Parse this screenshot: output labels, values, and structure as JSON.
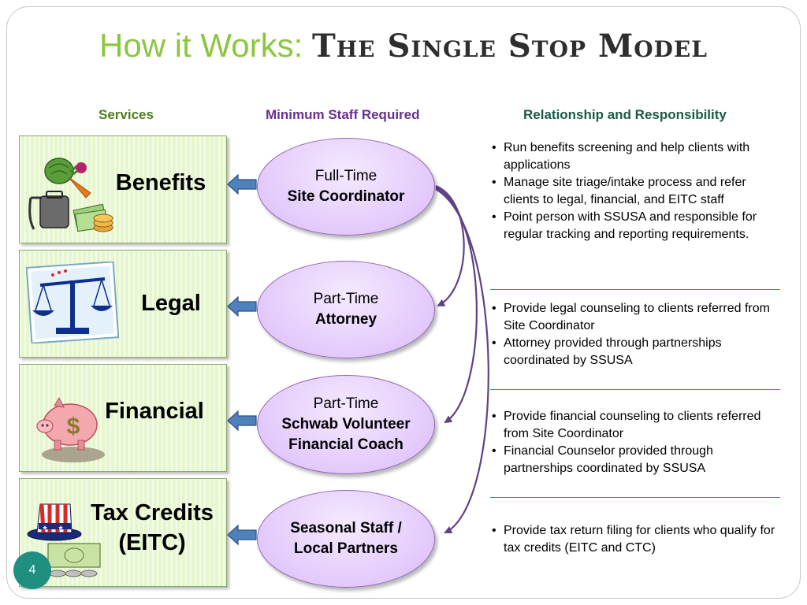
{
  "slide": {
    "title_part1": "How it Works: ",
    "title_part2": "The Single Stop Model",
    "page_number": "4"
  },
  "headers": {
    "services": "Services",
    "staff": "Minimum Staff Required",
    "responsibility": "Relationship and Responsibility"
  },
  "colors": {
    "services_header": "#4e7d1e",
    "staff_header": "#6a2f8c",
    "responsibility_header": "#1d5a48",
    "title_green": "#8cc63f",
    "oval_fill": "#e3c9fb",
    "arrow_blue": "#4f81bd",
    "connector_purple": "#5e4287"
  },
  "services": [
    {
      "label": "Benefits",
      "icon": "vegetables-money-bag-icon"
    },
    {
      "label": "Legal",
      "icon": "scales-of-justice-icon"
    },
    {
      "label": "Financial",
      "icon": "piggy-bank-icon"
    },
    {
      "label_line1": "Tax Credits",
      "label_line2": "(EITC)",
      "icon": "uncle-sam-hat-money-icon"
    }
  ],
  "staff": [
    {
      "line1": "Full-Time",
      "line2": "Site Coordinator"
    },
    {
      "line1": "Part-Time",
      "line2": "Attorney"
    },
    {
      "line1": "Part-Time",
      "line2": "Schwab Volunteer",
      "line3": "Financial Coach"
    },
    {
      "line1": "Seasonal Staff /",
      "line2": "Local Partners"
    }
  ],
  "responsibilities": [
    [
      "Run benefits screening and help clients with applications",
      " Manage site triage/intake process and refer clients to legal, financial, and EITC staff",
      "Point person with SSUSA and responsible for regular tracking and reporting requirements."
    ],
    [
      " Provide legal counseling to clients referred from Site Coordinator",
      "Attorney provided through partnerships coordinated by SSUSA"
    ],
    [
      " Provide financial counseling to clients referred from Site Coordinator",
      "Financial Counselor provided through partnerships coordinated by SSUSA"
    ],
    [
      " Provide tax return filing for clients who qualify for tax credits (EITC and CTC)"
    ]
  ]
}
